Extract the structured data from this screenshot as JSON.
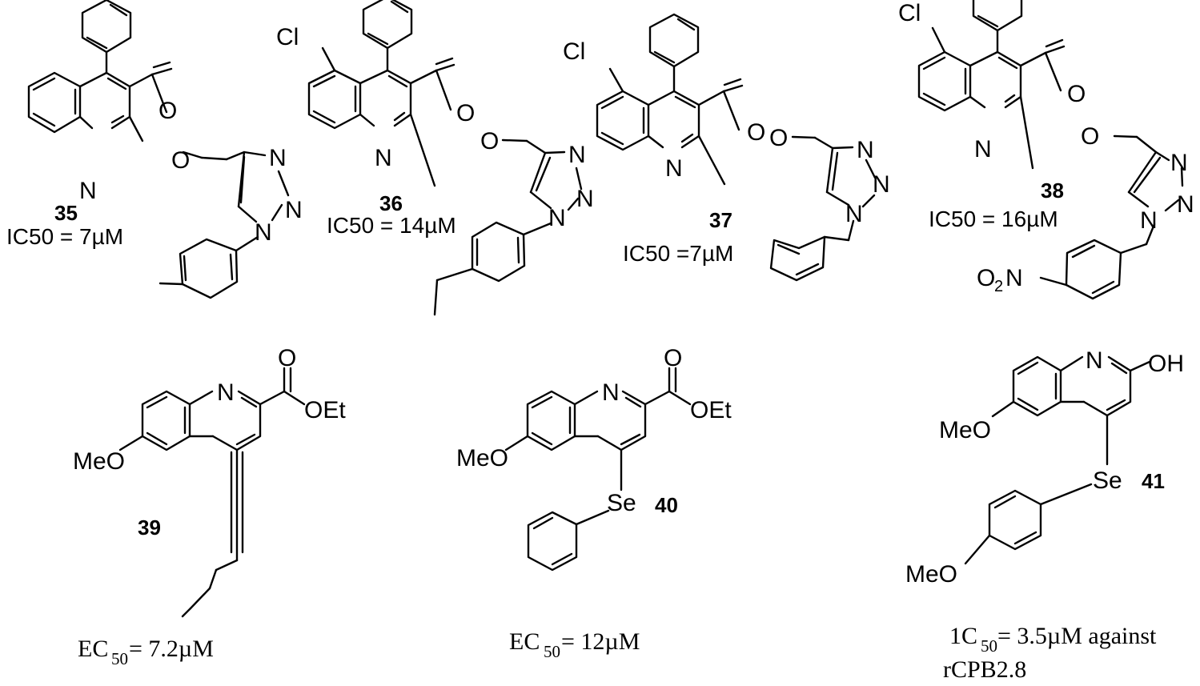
{
  "compounds": [
    {
      "number": "35",
      "activity": "IC50 = 7µM"
    },
    {
      "number": "36",
      "activity": "IC50 = 14µM"
    },
    {
      "number": "37",
      "activity": "IC50 =7µM"
    },
    {
      "number": "38",
      "activity": "IC50 = 16µM"
    },
    {
      "number": "39",
      "activity_prefix": "EC",
      "activity_sub": "50",
      "activity_value": " = 7.2µM"
    },
    {
      "number": "40",
      "activity_prefix": "EC",
      "activity_sub": "50",
      "activity_value": " = 12µM"
    },
    {
      "number": "41",
      "activity_prefix": "1C",
      "activity_sub": "50",
      "activity_value": " = 3.5µM against",
      "activity_line2": "rCPB2.8"
    }
  ],
  "atoms": {
    "n": "N",
    "o": "O",
    "cl": "Cl",
    "se": "Se",
    "oet": "OEt",
    "meo": "MeO",
    "oh": "OH",
    "o2n_o": "O",
    "o2n_2": "2",
    "o2n_n": "N"
  }
}
